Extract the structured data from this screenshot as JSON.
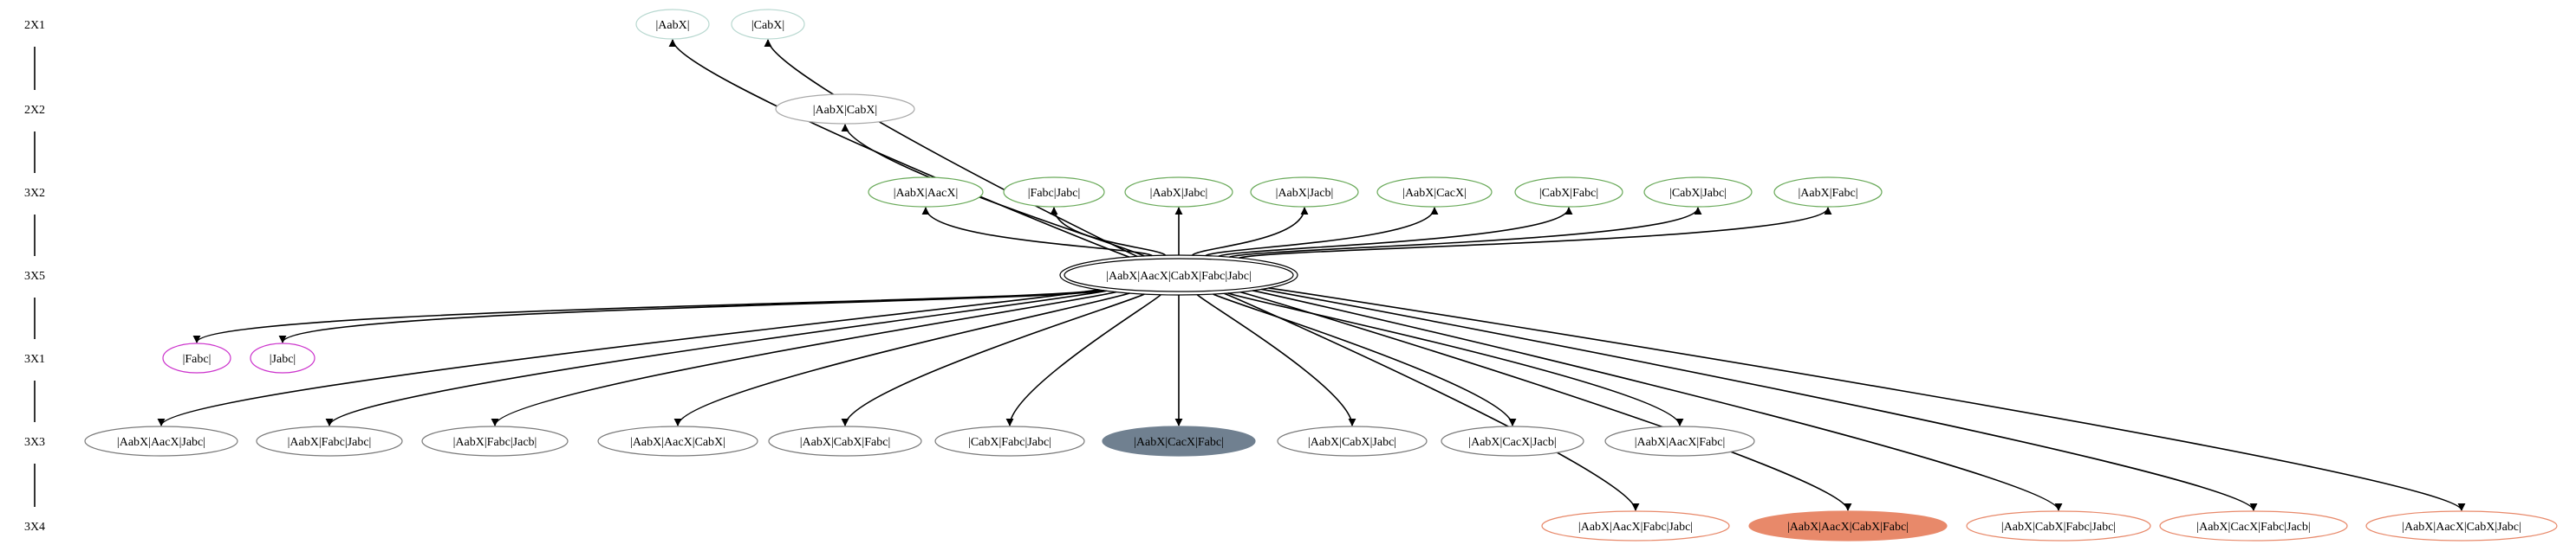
{
  "ranks": [
    "2X1",
    "2X2",
    "3X2",
    "3X5",
    "3X1",
    "3X3",
    "3X4"
  ],
  "nodes": [
    {
      "id": "n_aabx",
      "label": "|AabX|",
      "stroke": "#b8d8d0"
    },
    {
      "id": "n_cabx",
      "label": "|CabX|",
      "stroke": "#b8d8d0"
    },
    {
      "id": "n_aabxcabx",
      "label": "|AabX|CabX|",
      "stroke": "#a9a9a9"
    },
    {
      "id": "n_aabxaacx",
      "label": "|AabX|AacX|",
      "stroke": "#6aaa5a"
    },
    {
      "id": "n_fabcjabc",
      "label": "|Fabc|Jabc|",
      "stroke": "#6aaa5a"
    },
    {
      "id": "n_aabxjabc",
      "label": "|AabX|Jabc|",
      "stroke": "#6aaa5a"
    },
    {
      "id": "n_aabxjacb",
      "label": "|AabX|Jacb|",
      "stroke": "#6aaa5a"
    },
    {
      "id": "n_aabxcacx",
      "label": "|AabX|CacX|",
      "stroke": "#6aaa5a"
    },
    {
      "id": "n_cabxfabc",
      "label": "|CabX|Fabc|",
      "stroke": "#6aaa5a"
    },
    {
      "id": "n_cabxjabc",
      "label": "|CabX|Jabc|",
      "stroke": "#6aaa5a"
    },
    {
      "id": "n_aabxfabc",
      "label": "|AabX|Fabc|",
      "stroke": "#6aaa5a"
    },
    {
      "id": "n_center",
      "label": "|AabX|AacX|CabX|Fabc|Jabc|",
      "stroke": "#000000",
      "peripheries": 2
    },
    {
      "id": "n_fabc",
      "label": "|Fabc|",
      "stroke": "#cc33cc"
    },
    {
      "id": "n_jabc",
      "label": "|Jabc|",
      "stroke": "#cc33cc"
    },
    {
      "id": "n_r3_1",
      "label": "|AabX|AacX|Jabc|",
      "stroke": "#7a7a7a"
    },
    {
      "id": "n_r3_2",
      "label": "|AabX|Fabc|Jabc|",
      "stroke": "#7a7a7a"
    },
    {
      "id": "n_r3_3",
      "label": "|AabX|Fabc|Jacb|",
      "stroke": "#7a7a7a"
    },
    {
      "id": "n_r3_4",
      "label": "|AabX|AacX|CabX|",
      "stroke": "#7a7a7a"
    },
    {
      "id": "n_r3_5",
      "label": "|AabX|CabX|Fabc|",
      "stroke": "#7a7a7a"
    },
    {
      "id": "n_r3_6",
      "label": "|CabX|Fabc|Jabc|",
      "stroke": "#7a7a7a"
    },
    {
      "id": "n_r3_7",
      "label": "|AabX|CacX|Fabc|",
      "stroke": "#708090",
      "fill": "#708090"
    },
    {
      "id": "n_r3_8",
      "label": "|AabX|CabX|Jabc|",
      "stroke": "#7a7a7a"
    },
    {
      "id": "n_r3_9",
      "label": "|AabX|CacX|Jacb|",
      "stroke": "#7a7a7a"
    },
    {
      "id": "n_r3_10",
      "label": "|AabX|AacX|Fabc|",
      "stroke": "#7a7a7a"
    },
    {
      "id": "n_r4_1",
      "label": "|AabX|AacX|Fabc|Jabc|",
      "stroke": "#e8896a"
    },
    {
      "id": "n_r4_2",
      "label": "|AabX|AacX|CabX|Fabc|",
      "stroke": "#e8896a",
      "fill": "#e8896a"
    },
    {
      "id": "n_r4_3",
      "label": "|AabX|CabX|Fabc|Jabc|",
      "stroke": "#e8896a"
    },
    {
      "id": "n_r4_4",
      "label": "|AabX|CacX|Fabc|Jacb|",
      "stroke": "#e8896a"
    },
    {
      "id": "n_r4_5",
      "label": "|AabX|AacX|CabX|Jabc|",
      "stroke": "#e8896a"
    }
  ],
  "edges": [
    {
      "from": "n_center",
      "to": "n_aabx"
    },
    {
      "from": "n_center",
      "to": "n_cabx"
    },
    {
      "from": "n_center",
      "to": "n_aabxcabx"
    },
    {
      "from": "n_center",
      "to": "n_aabxaacx"
    },
    {
      "from": "n_center",
      "to": "n_fabcjabc"
    },
    {
      "from": "n_center",
      "to": "n_aabxjabc"
    },
    {
      "from": "n_center",
      "to": "n_aabxjacb"
    },
    {
      "from": "n_center",
      "to": "n_aabxcacx"
    },
    {
      "from": "n_center",
      "to": "n_cabxfabc"
    },
    {
      "from": "n_center",
      "to": "n_cabxjabc"
    },
    {
      "from": "n_center",
      "to": "n_aabxfabc"
    },
    {
      "from": "n_center",
      "to": "n_fabc"
    },
    {
      "from": "n_center",
      "to": "n_jabc"
    },
    {
      "from": "n_center",
      "to": "n_r3_1"
    },
    {
      "from": "n_center",
      "to": "n_r3_2"
    },
    {
      "from": "n_center",
      "to": "n_r3_3"
    },
    {
      "from": "n_center",
      "to": "n_r3_4"
    },
    {
      "from": "n_center",
      "to": "n_r3_5"
    },
    {
      "from": "n_center",
      "to": "n_r3_6"
    },
    {
      "from": "n_center",
      "to": "n_r3_7"
    },
    {
      "from": "n_center",
      "to": "n_r3_8"
    },
    {
      "from": "n_center",
      "to": "n_r3_9"
    },
    {
      "from": "n_center",
      "to": "n_r3_10"
    },
    {
      "from": "n_center",
      "to": "n_r4_1"
    },
    {
      "from": "n_center",
      "to": "n_r4_2"
    },
    {
      "from": "n_center",
      "to": "n_r4_3"
    },
    {
      "from": "n_center",
      "to": "n_r4_4"
    },
    {
      "from": "n_center",
      "to": "n_r4_5"
    }
  ]
}
